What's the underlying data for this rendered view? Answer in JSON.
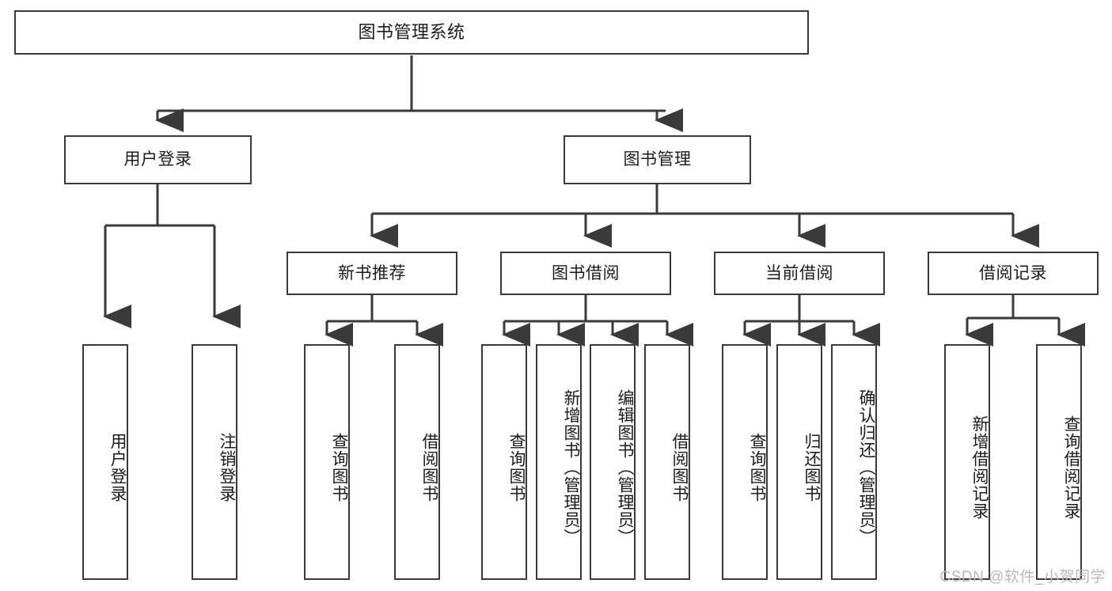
{
  "diagram": {
    "title": "图书管理系统",
    "type": "hierarchy-tree",
    "watermark": "CSDN @软件_小贺同学",
    "colors": {
      "stroke": "#3a3a3a",
      "fill": "#ffffff",
      "text": "#1b1b1b",
      "watermark": "#b9b9b9"
    },
    "root": {
      "id": "root",
      "label": "图书管理系统"
    },
    "level1": [
      {
        "id": "user-login",
        "label": "用户登录"
      },
      {
        "id": "book-manage",
        "label": "图书管理"
      }
    ],
    "level2": [
      {
        "id": "new-book-rec",
        "label": "新书推荐",
        "parent": "book-manage"
      },
      {
        "id": "book-borrow",
        "label": "图书借阅",
        "parent": "book-manage"
      },
      {
        "id": "current-borrow",
        "label": "当前借阅",
        "parent": "book-manage"
      },
      {
        "id": "borrow-record",
        "label": "借阅记录",
        "parent": "book-manage"
      }
    ],
    "leaves": [
      {
        "id": "leaf-user-login",
        "label": "用户登录",
        "parent": "user-login"
      },
      {
        "id": "leaf-user-logout",
        "label": "注销登录",
        "parent": "user-login"
      },
      {
        "id": "leaf-query-book-1",
        "label": "查询图书",
        "parent": "new-book-rec"
      },
      {
        "id": "leaf-borrow-book-1",
        "label": "借阅图书",
        "parent": "new-book-rec"
      },
      {
        "id": "leaf-query-book-2",
        "label": "查询图书",
        "parent": "book-borrow"
      },
      {
        "id": "leaf-add-book",
        "label": "新增图书（管理员）",
        "parent": "book-borrow"
      },
      {
        "id": "leaf-edit-book",
        "label": "编辑图书（管理员）",
        "parent": "book-borrow"
      },
      {
        "id": "leaf-borrow-book-2",
        "label": "借阅图书",
        "parent": "book-borrow"
      },
      {
        "id": "leaf-query-book-3",
        "label": "查询图书",
        "parent": "current-borrow"
      },
      {
        "id": "leaf-return-book",
        "label": "归还图书",
        "parent": "current-borrow"
      },
      {
        "id": "leaf-confirm-return",
        "label": "确认归还（管理员）",
        "parent": "current-borrow"
      },
      {
        "id": "leaf-add-record",
        "label": "新增借阅记录",
        "parent": "borrow-record"
      },
      {
        "id": "leaf-query-record",
        "label": "查询借阅记录",
        "parent": "borrow-record"
      }
    ]
  }
}
